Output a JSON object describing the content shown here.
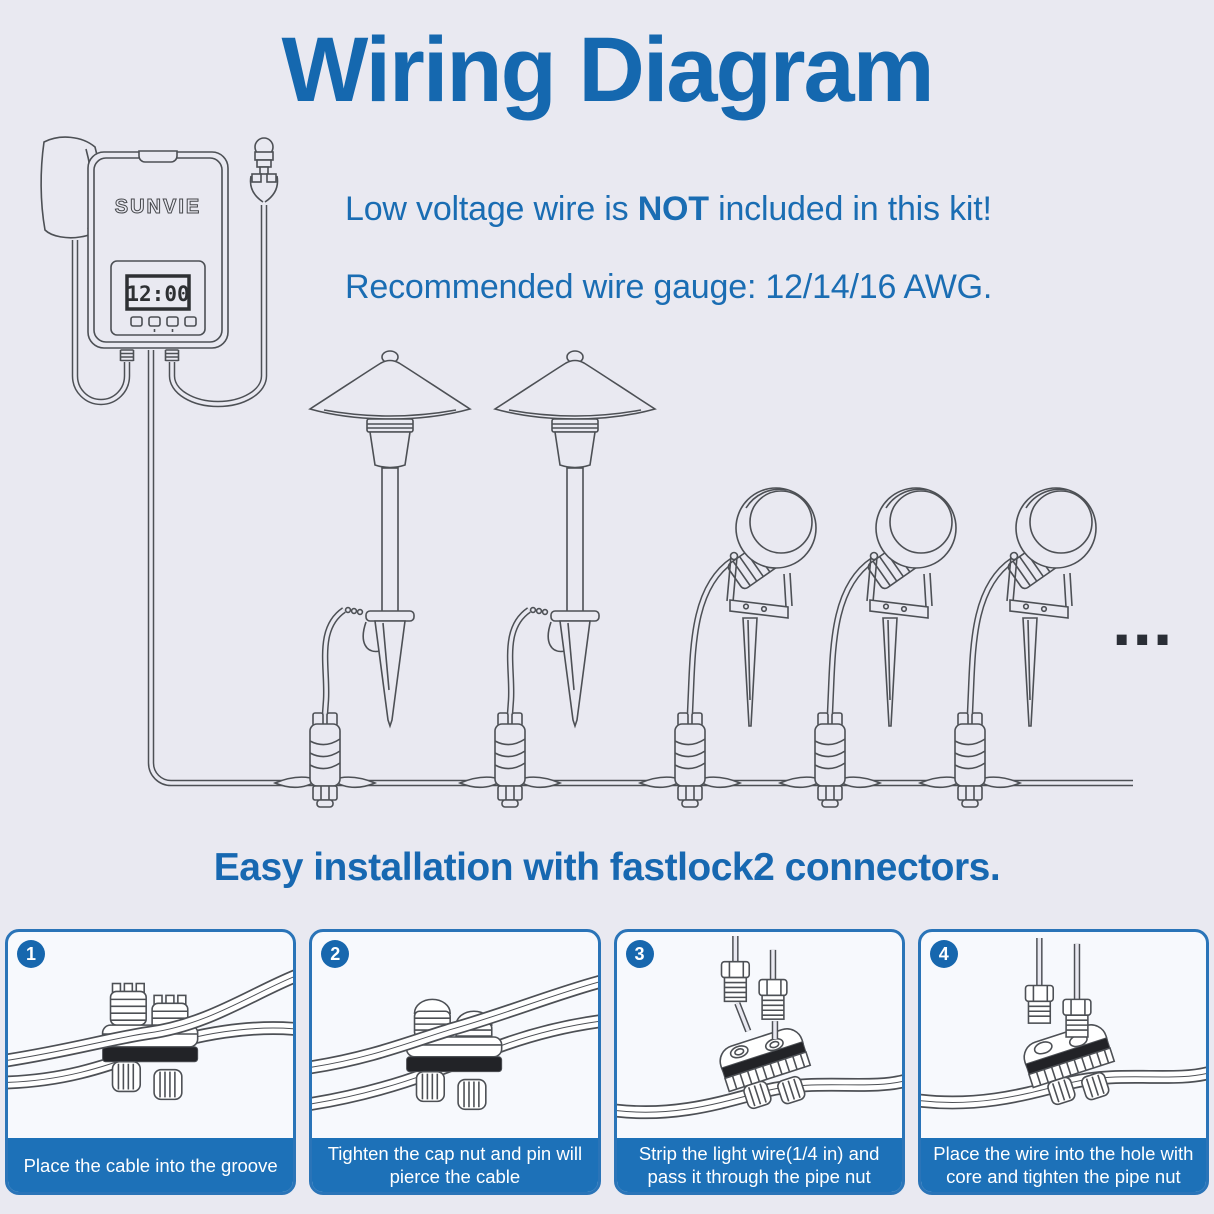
{
  "title": "Wiring Diagram",
  "notes": {
    "line1_prefix": "Low voltage wire is ",
    "line1_bold": "NOT",
    "line1_suffix": " included in this kit!",
    "line2": "Recommended wire gauge: 12/14/16 AWG."
  },
  "transformer": {
    "brand": "SUNVIE",
    "display_time": "12:00"
  },
  "diagram": {
    "more_indicator": "..."
  },
  "section": {
    "heading": "Easy installation with fastlock2 connectors."
  },
  "steps": [
    {
      "number": "1",
      "caption": "Place the cable into the groove"
    },
    {
      "number": "2",
      "caption": "Tighten the cap nut and pin will pierce the cable"
    },
    {
      "number": "3",
      "caption": "Strip the light wire(1/4 in) and pass it through the pipe nut"
    },
    {
      "number": "4",
      "caption": "Place the wire into the hole with core and tighten the pipe nut"
    }
  ],
  "colors": {
    "background": "#e9e9f1",
    "accent_blue": "#1767b2",
    "panel_border_blue": "#2a74b8",
    "panel_bar_blue": "#1d71b8",
    "line_art": "#4d5055"
  }
}
